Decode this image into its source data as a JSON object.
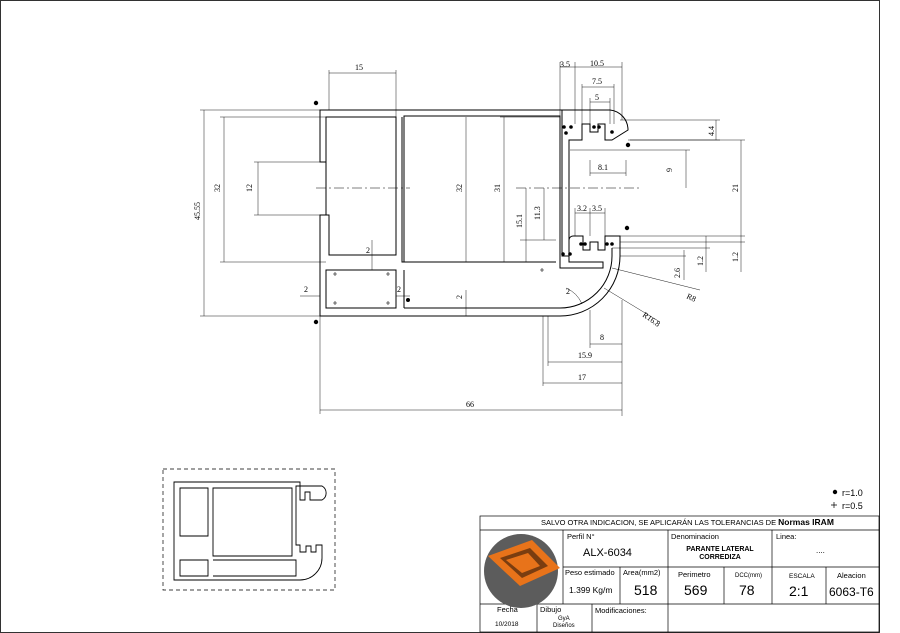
{
  "dimensions": {
    "top_15": "15",
    "total_height_45_55": "45.55",
    "left_32": "32",
    "left_12": "12",
    "wall_2_left": "2",
    "wall_2_mid": "2",
    "wall_2_lower": "2",
    "wall_2_bottom": "2",
    "mid_32": "32",
    "mid_31": "31",
    "d_15_1": "15.1",
    "d_11_3": "11.3",
    "d_3_5_top": "3.5",
    "d_10_5": "10.5",
    "d_7_5": "7.5",
    "d_5": "5",
    "d_4_4": "4.4",
    "d_8_1": "8.1",
    "d_9": "9",
    "d_21": "21",
    "d_3_2": "3.2",
    "d_3_5_bot": "3.5",
    "d_2_6": "2.6",
    "d_1_2_a": "1.2",
    "d_1_2_b": "1.2",
    "r8": "R8",
    "r16_8": "R16.8",
    "arc_2": "2",
    "d_8": "8",
    "d_15_9": "15.9",
    "d_17": "17",
    "width_66": "66"
  },
  "legend": {
    "r1": "r=1.0",
    "r05": "r=0.5"
  },
  "title_block": {
    "tolerance_note": "SALVO OTRA INDICACION, SE APLICARÁN LAS TOLERANCIAS DE",
    "tolerance_norm": "Normas IRAM",
    "perfil_label": "Perfil  N°",
    "perfil_value": "ALX-6034",
    "denominacion_label": "Denominacion",
    "denominacion_line1": "PARANTE LATERAL",
    "denominacion_line2": "CORREDIZA",
    "linea_label": "Linea:",
    "linea_value": "....",
    "peso_label": "Peso  estimado",
    "peso_value": "1.399 Kg/m",
    "area_label": "Area(mm2)",
    "area_value": "518",
    "perimetro_label": "Perimetro",
    "perimetro_value": "569",
    "dcc_label": "DCC(mm)",
    "dcc_value": "78",
    "escala_label": "ESCALA",
    "escala_value": "2:1",
    "aleacion_label": "Aleacion",
    "aleacion_value": "6063-T6",
    "fecha_label": "Fecha",
    "fecha_value": "10/2018",
    "dibujo_label": "Dibujo",
    "dibujo_value1": "GyA",
    "dibujo_value2": "Diseños",
    "modificaciones_label": "Modificaciones:"
  },
  "colors": {
    "logo_orange": "#e8731a",
    "logo_gray": "#5c5c5c",
    "ink": "#000000"
  }
}
